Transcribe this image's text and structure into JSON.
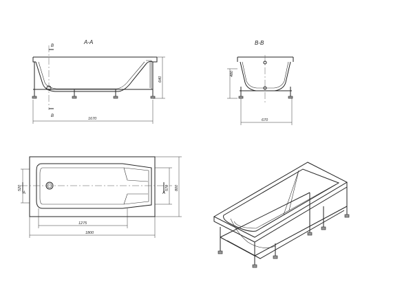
{
  "sections": {
    "aa": {
      "title": "A-A",
      "cut_top": "B",
      "cut_bottom": "B"
    },
    "bb": {
      "title": "B-B"
    }
  },
  "dimensions": {
    "aa_length": "1670",
    "aa_height": "640",
    "bb_width": "670",
    "bb_height": "480",
    "plan_length": "1800",
    "plan_inner": "1275",
    "plan_width": "800",
    "plan_inner_width": "570",
    "plan_left": "520"
  },
  "plan": {
    "cut_left": "A",
    "cut_right": "A"
  },
  "icons": {
    "drain": "drain-icon",
    "section-arrow": "section-arrow-icon"
  }
}
